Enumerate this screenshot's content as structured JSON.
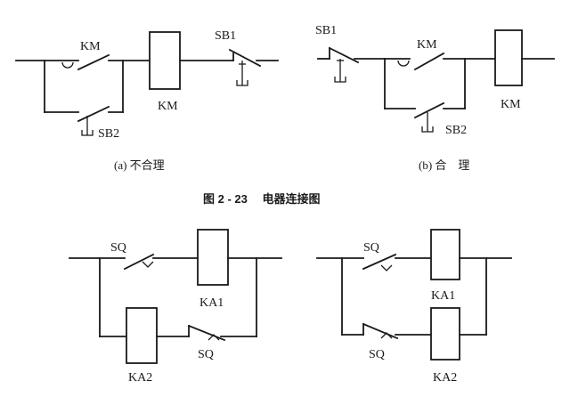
{
  "top": {
    "a": {
      "km_contact_label": "KM",
      "km_coil_label": "KM",
      "sb1_label": "SB1",
      "sb2_label": "SB2",
      "caption": "(a) 不合理"
    },
    "b": {
      "sb1_label": "SB1",
      "km_contact_label": "KM",
      "km_coil_label": "KM",
      "sb2_label": "SB2",
      "caption": "(b) 合　理"
    },
    "figure_caption": "图 2 - 23　 电器连接图"
  },
  "bottom": {
    "c": {
      "sq_top_label": "SQ",
      "ka1_label": "KA1",
      "ka2_label": "KA2",
      "sq_bottom_label": "SQ"
    },
    "d": {
      "sq_top_label": "SQ",
      "ka1_label": "KA1",
      "ka2_label": "KA2",
      "sq_bottom_label": "SQ"
    }
  }
}
